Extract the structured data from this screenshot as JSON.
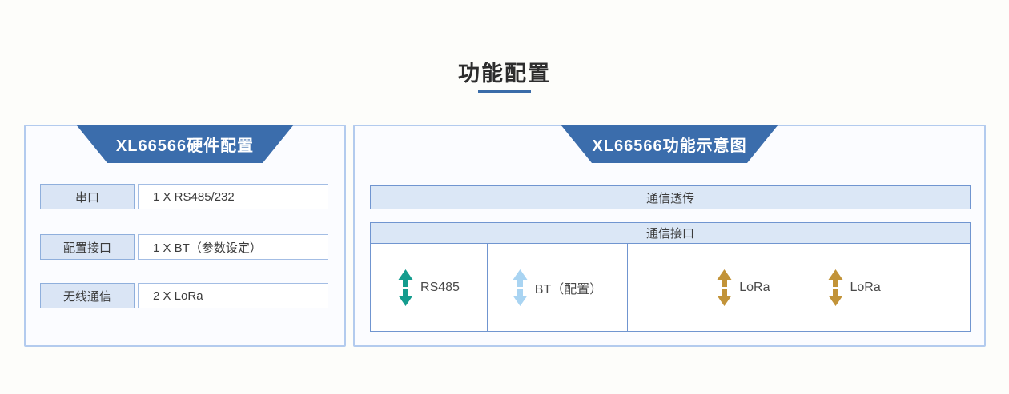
{
  "page": {
    "title": "功能配置",
    "accent_color": "#3a6ca9",
    "header_blue": "#3b6dac"
  },
  "hardware_panel": {
    "header": "XL66566硬件配置",
    "rows": [
      {
        "label": "串口",
        "value": "1 X RS485/232"
      },
      {
        "label": "配置接口",
        "value": "1 X BT（参数设定）"
      },
      {
        "label": "无线通信",
        "value": "2 X LoRa"
      }
    ]
  },
  "function_panel": {
    "header": "XL66566功能示意图",
    "passthrough_bar": "通信透传",
    "interface_table": {
      "header": "通信接口",
      "cells": [
        {
          "label": "RS485",
          "arrow_color": "#149c8e",
          "icon": "double-vertical-arrow"
        },
        {
          "label": "BT（配置）",
          "arrow_color": "#a9d4f2",
          "icon": "double-vertical-arrow"
        },
        {
          "label": "LoRa",
          "arrow_color": "#c29338",
          "icon": "double-vertical-arrow"
        },
        {
          "label": "LoRa",
          "arrow_color": "#c29338",
          "icon": "double-vertical-arrow"
        }
      ]
    }
  }
}
